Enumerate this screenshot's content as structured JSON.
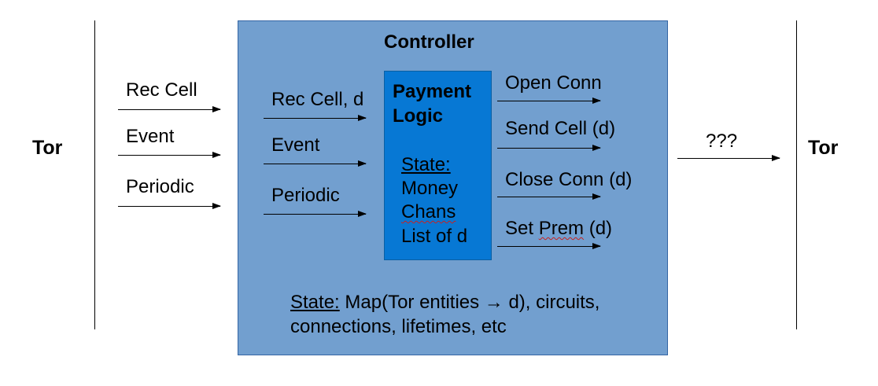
{
  "left_label": "Tor",
  "right_label": "Tor",
  "left_inputs": [
    "Rec Cell",
    "Event",
    "Periodic"
  ],
  "controller": {
    "title": "Controller",
    "inputs": [
      "Rec Cell, d",
      "Event",
      "Periodic"
    ],
    "payment_logic": {
      "title_line1": "Payment",
      "title_line2": "Logic",
      "state_label": "State:",
      "state_items": [
        "Money",
        "Chans",
        "List of d"
      ]
    },
    "outputs": [
      "Open Conn",
      "Send Cell (d)",
      "Close Conn (d)"
    ],
    "output_set_prem": {
      "word1": "Set",
      "word2": "Prem",
      "suffix": "(d)"
    },
    "state_label": "State:",
    "state_line1": "Map(Tor entities → d), circuits,",
    "state_line2": "connections, lifetimes, etc"
  },
  "right_arrow_label": "???"
}
